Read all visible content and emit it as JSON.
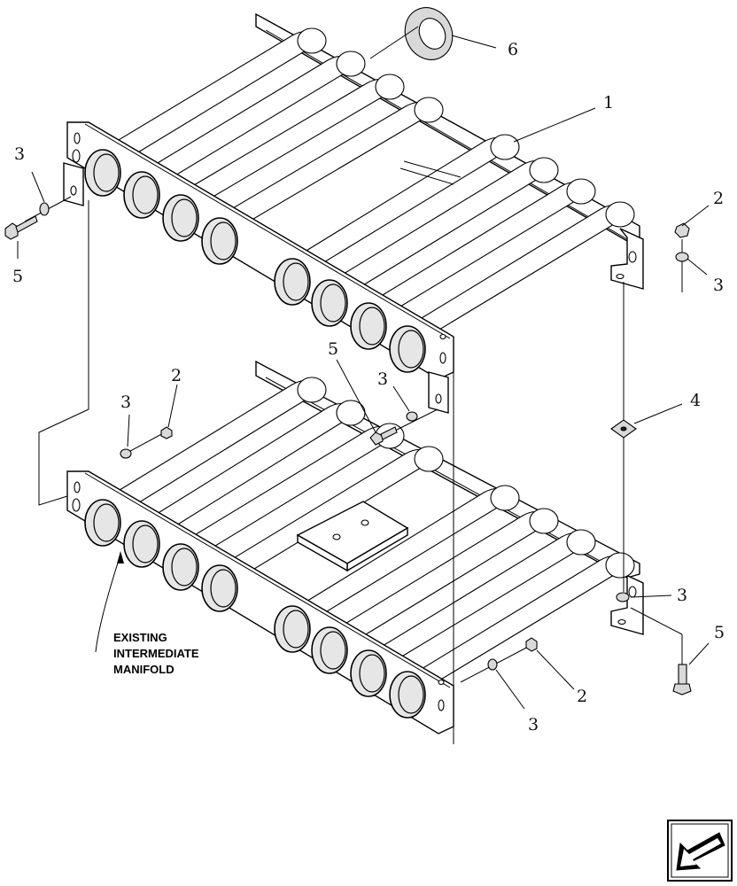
{
  "callouts": [
    {
      "id": "c1",
      "text": "1"
    },
    {
      "id": "c2a",
      "text": "2"
    },
    {
      "id": "c2b",
      "text": "2"
    },
    {
      "id": "c2c",
      "text": "2"
    },
    {
      "id": "c3a",
      "text": "3"
    },
    {
      "id": "c3b",
      "text": "3"
    },
    {
      "id": "c3c",
      "text": "3"
    },
    {
      "id": "c3d",
      "text": "3"
    },
    {
      "id": "c3e",
      "text": "3"
    },
    {
      "id": "c3f",
      "text": "3"
    },
    {
      "id": "c4",
      "text": "4"
    },
    {
      "id": "c5a",
      "text": "5"
    },
    {
      "id": "c5b",
      "text": "5"
    },
    {
      "id": "c5c",
      "text": "5"
    },
    {
      "id": "c6",
      "text": "6"
    }
  ],
  "note": {
    "lines": [
      "EXISTING",
      "INTERMEDIATE",
      "MANIFOLD"
    ]
  },
  "nav_icon": "arrow-left-down-icon",
  "colors": {
    "line": "#000000",
    "background": "#ffffff",
    "port_fill": "#e6e6e6"
  }
}
